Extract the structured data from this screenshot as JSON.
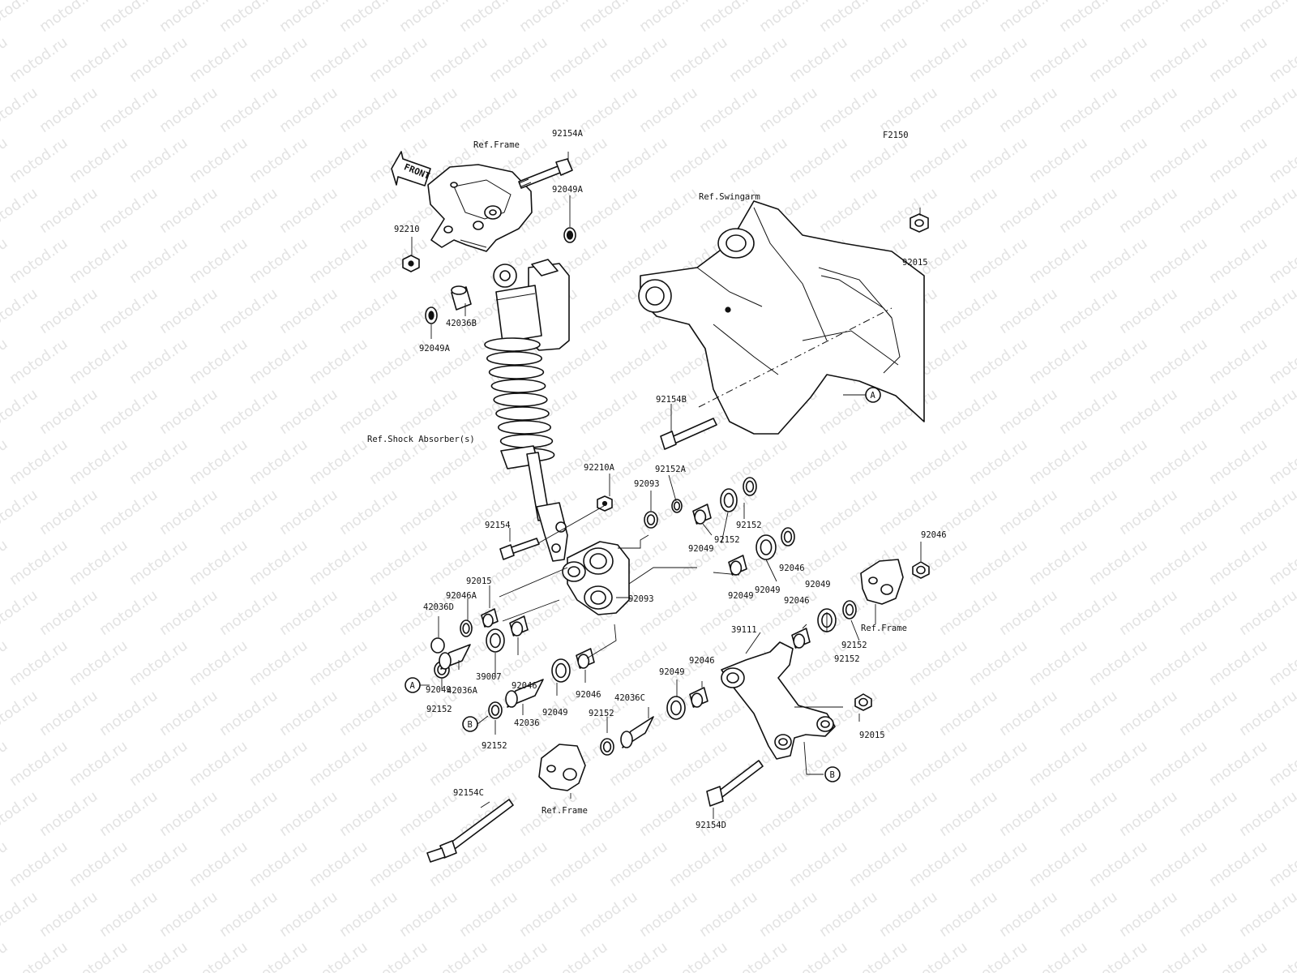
{
  "diagram_code": "F2150",
  "front_arrow_text": "FRONT",
  "ref_labels": {
    "frame_top": "Ref.Frame",
    "swingarm": "Ref.Swingarm",
    "shock_absorber": "Ref.Shock Absorber(s)",
    "frame_right": "Ref.Frame",
    "frame_bottom": "Ref.Frame"
  },
  "watermark_text": "motod.ru",
  "callout_markers": [
    "A",
    "A",
    "B",
    "B"
  ],
  "part_labels": [
    "92154A",
    "92049A",
    "92210",
    "42036B",
    "92049A",
    "92015",
    "92154B",
    "92210A",
    "92152A",
    "92093",
    "92154",
    "92152",
    "92049",
    "92046",
    "92152",
    "92049",
    "92046",
    "92015",
    "92046A",
    "92093",
    "42036D",
    "39007",
    "92049",
    "92046",
    "92152",
    "42036A",
    "92049",
    "92046",
    "39111",
    "92046",
    "92049",
    "92046",
    "92049",
    "42036C",
    "92152",
    "92152",
    "92152",
    "42036",
    "92015",
    "92154C",
    "92154D",
    "92049",
    "92152"
  ]
}
